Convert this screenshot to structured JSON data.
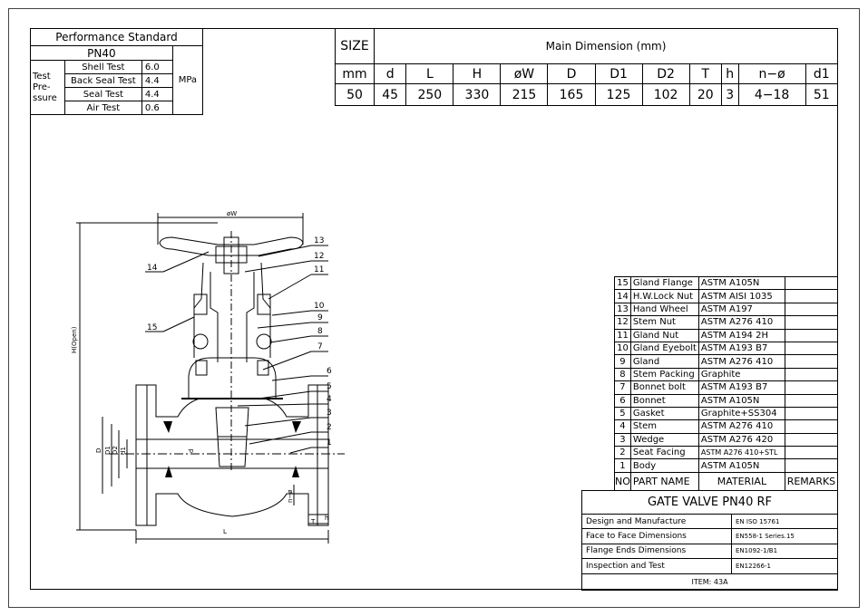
{
  "performance": {
    "title": "Performance Standard",
    "class": "PN40",
    "group_label": "Test Pre- ssure",
    "unit": "MPa",
    "rows": [
      {
        "name": "Shell Test",
        "value": "6.0"
      },
      {
        "name": "Back Seal Test",
        "value": "4.4"
      },
      {
        "name": "Seal Test",
        "value": "4.4"
      },
      {
        "name": "Air Test",
        "value": "0.6"
      }
    ]
  },
  "dimensions": {
    "size_label": "SIZE",
    "title": "Main Dimension (mm)",
    "headers": [
      "mm",
      "d",
      "L",
      "H",
      "øW",
      "D",
      "D1",
      "D2",
      "T",
      "h",
      "n−ø",
      "d1"
    ],
    "values": [
      "50",
      "45",
      "250",
      "330",
      "215",
      "165",
      "125",
      "102",
      "20",
      "3",
      "4−18",
      "51"
    ]
  },
  "drawing": {
    "w_label": "øW",
    "h_label": "H(Open)",
    "l_label": "L",
    "t_label": "T",
    "small_h_label": "h",
    "d_label": "D",
    "d1_label": "D1",
    "d2_label": "D2",
    "small_d1_label": "d1",
    "small_d_label": "d",
    "nphi_label": "n−ø",
    "callouts": [
      "1",
      "2",
      "3",
      "4",
      "5",
      "6",
      "7",
      "8",
      "9",
      "10",
      "11",
      "12",
      "13",
      "14",
      "15"
    ]
  },
  "bom": {
    "headers": {
      "no": "NO",
      "part": "PART NAME",
      "material": "MATERIAL",
      "remarks": "REMARKS"
    },
    "rows": [
      {
        "no": "15",
        "part": "Gland Flange",
        "material": "ASTM A105N"
      },
      {
        "no": "14",
        "part": "H.W.Lock Nut",
        "material": "ASTM AISI 1035"
      },
      {
        "no": "13",
        "part": "Hand Wheel",
        "material": "ASTM A197"
      },
      {
        "no": "12",
        "part": "Stem Nut",
        "material": "ASTM A276 410"
      },
      {
        "no": "11",
        "part": "Gland Nut",
        "material": "ASTM A194 2H"
      },
      {
        "no": "10",
        "part": "Gland Eyebolt",
        "material": "ASTM A193 B7"
      },
      {
        "no": "9",
        "part": "Gland",
        "material": "ASTM A276 410"
      },
      {
        "no": "8",
        "part": "Stem Packing",
        "material": "Graphite"
      },
      {
        "no": "7",
        "part": "Bonnet bolt",
        "material": "ASTM A193 B7"
      },
      {
        "no": "6",
        "part": "Bonnet",
        "material": "ASTM A105N"
      },
      {
        "no": "5",
        "part": "Gasket",
        "material": "Graphite+SS304"
      },
      {
        "no": "4",
        "part": "Stem",
        "material": "ASTM A276 410"
      },
      {
        "no": "3",
        "part": "Wedge",
        "material": "ASTM A276 420"
      },
      {
        "no": "2",
        "part": "Seat Facing",
        "material": "ASTM A276 410+STL"
      },
      {
        "no": "1",
        "part": "Body",
        "material": "ASTM A105N"
      }
    ]
  },
  "title_block": {
    "title": "GATE VALVE PN40 RF",
    "rows": [
      {
        "label": "Design and Manufacture",
        "value": "EN ISO 15761"
      },
      {
        "label": "Face to Face Dimensions",
        "value": "EN558-1 Series.15"
      },
      {
        "label": "Flange Ends Dimensions",
        "value": "EN1092-1/B1"
      },
      {
        "label": "Inspection and Test",
        "value": "EN12266-1"
      }
    ],
    "item": "ITEM: 43A"
  }
}
